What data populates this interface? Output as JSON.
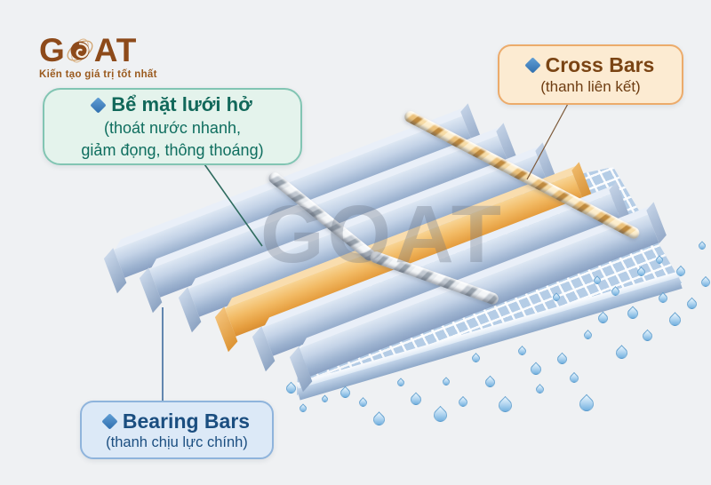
{
  "logo": {
    "brand_g": "G",
    "brand_at": "AT",
    "tagline": "Kiến tạo giá trị tốt nhất"
  },
  "watermark": "GOAT",
  "callouts": {
    "mesh_surface": {
      "title": "Bể mặt lưới hở",
      "subtitle_line1": "(thoát nước nhanh,",
      "subtitle_line2": "giảm đọng, thông thoáng)"
    },
    "cross_bars": {
      "title": "Cross Bars",
      "subtitle": "(thanh liên kết)"
    },
    "bearing_bars": {
      "title": "Bearing Bars",
      "subtitle": "(thanh chịu lực chính)"
    }
  },
  "colors": {
    "background": "#eff1f3",
    "brand_brown": "#8d4a1a",
    "diamond_blue": "#3f86c6",
    "mesh_box_bg": "#e4f3ec",
    "mesh_box_border": "#82c5b3",
    "mesh_box_text": "#11685a",
    "cross_box_bg": "#fcebd2",
    "cross_box_border": "#ecab6b",
    "cross_box_text": "#7a4414",
    "bearing_box_bg": "#dce9f7",
    "bearing_box_border": "#8fb4dc",
    "bearing_box_text": "#1b4e80",
    "bar_blue": "#9db3d0",
    "bar_orange": "#e59d3e",
    "water_blue": "#5fa5da"
  }
}
